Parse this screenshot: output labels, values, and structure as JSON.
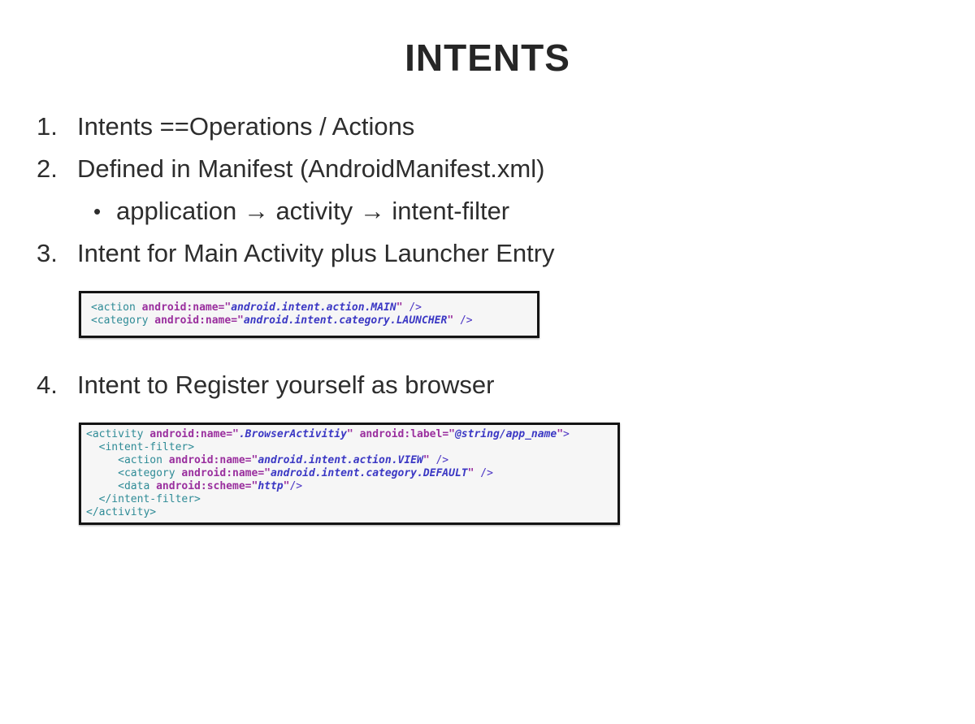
{
  "title": "INTENTS",
  "list": {
    "item1": {
      "marker": "1.",
      "text": "Intents ==Operations / Actions"
    },
    "item2": {
      "marker": "2.",
      "text": "Defined in Manifest (AndroidManifest.xml)"
    },
    "item2_sub": {
      "marker": "•",
      "text": "application → activity → intent-filter"
    },
    "item3": {
      "marker": "3.",
      "text": "Intent for Main Activity plus Launcher Entry"
    },
    "item4": {
      "marker": "4.",
      "text": "Intent to Register yourself as browser"
    }
  },
  "code_blocks": [
    {
      "name": "main-launcher-intent-snippet",
      "lines": [
        [
          {
            "c": "tag",
            "v": "<action "
          },
          {
            "c": "attr",
            "v": "android:name=\""
          },
          {
            "c": "str",
            "v": "android.intent.action.MAIN"
          },
          {
            "c": "attr",
            "v": "\" "
          },
          {
            "c": "close",
            "v": "/>"
          }
        ],
        [
          {
            "c": "tag",
            "v": "<category "
          },
          {
            "c": "attr",
            "v": "android:name=\""
          },
          {
            "c": "str",
            "v": "android.intent.category.LAUNCHER"
          },
          {
            "c": "attr",
            "v": "\" "
          },
          {
            "c": "close",
            "v": "/>"
          }
        ]
      ]
    },
    {
      "name": "browser-activity-snippet",
      "lines": [
        [
          {
            "c": "tag",
            "v": "<activity "
          },
          {
            "c": "attr",
            "v": "android:name=\""
          },
          {
            "c": "str",
            "v": ".BrowserActivitiy"
          },
          {
            "c": "attr",
            "v": "\" "
          },
          {
            "c": "attr",
            "v": "android:label=\""
          },
          {
            "c": "str",
            "v": "@string/app_name"
          },
          {
            "c": "attr",
            "v": "\""
          },
          {
            "c": "close",
            "v": ">"
          }
        ],
        [
          {
            "c": "tag",
            "v": "  <intent-filter>"
          }
        ],
        [
          {
            "c": "tag",
            "v": "     <action "
          },
          {
            "c": "attr",
            "v": "android:name=\""
          },
          {
            "c": "str",
            "v": "android.intent.action.VIEW"
          },
          {
            "c": "attr",
            "v": "\" "
          },
          {
            "c": "close",
            "v": "/>"
          }
        ],
        [
          {
            "c": "tag",
            "v": "     <category "
          },
          {
            "c": "attr",
            "v": "android:name=\""
          },
          {
            "c": "str",
            "v": "android.intent.category.DEFAULT"
          },
          {
            "c": "attr",
            "v": "\" "
          },
          {
            "c": "close",
            "v": "/>"
          }
        ],
        [
          {
            "c": "tag",
            "v": "     <data "
          },
          {
            "c": "attr",
            "v": "android:scheme=\""
          },
          {
            "c": "str",
            "v": "http"
          },
          {
            "c": "attr",
            "v": "\""
          },
          {
            "c": "close",
            "v": "/>"
          }
        ],
        [
          {
            "c": "tag",
            "v": "  </intent-filter>"
          }
        ],
        [
          {
            "c": "tag",
            "v": "</activity>"
          }
        ]
      ]
    }
  ],
  "colors": {
    "page-bg": "#ffffff",
    "text": "#2d2d2d",
    "title": "#262626",
    "code-bg": "#f6f6f6",
    "code-border": "#141414",
    "code-tag": "#2e8b96",
    "code-attr": "#9a2f9e",
    "code-str": "#3b38c4",
    "code-close": "#4b35c5"
  }
}
